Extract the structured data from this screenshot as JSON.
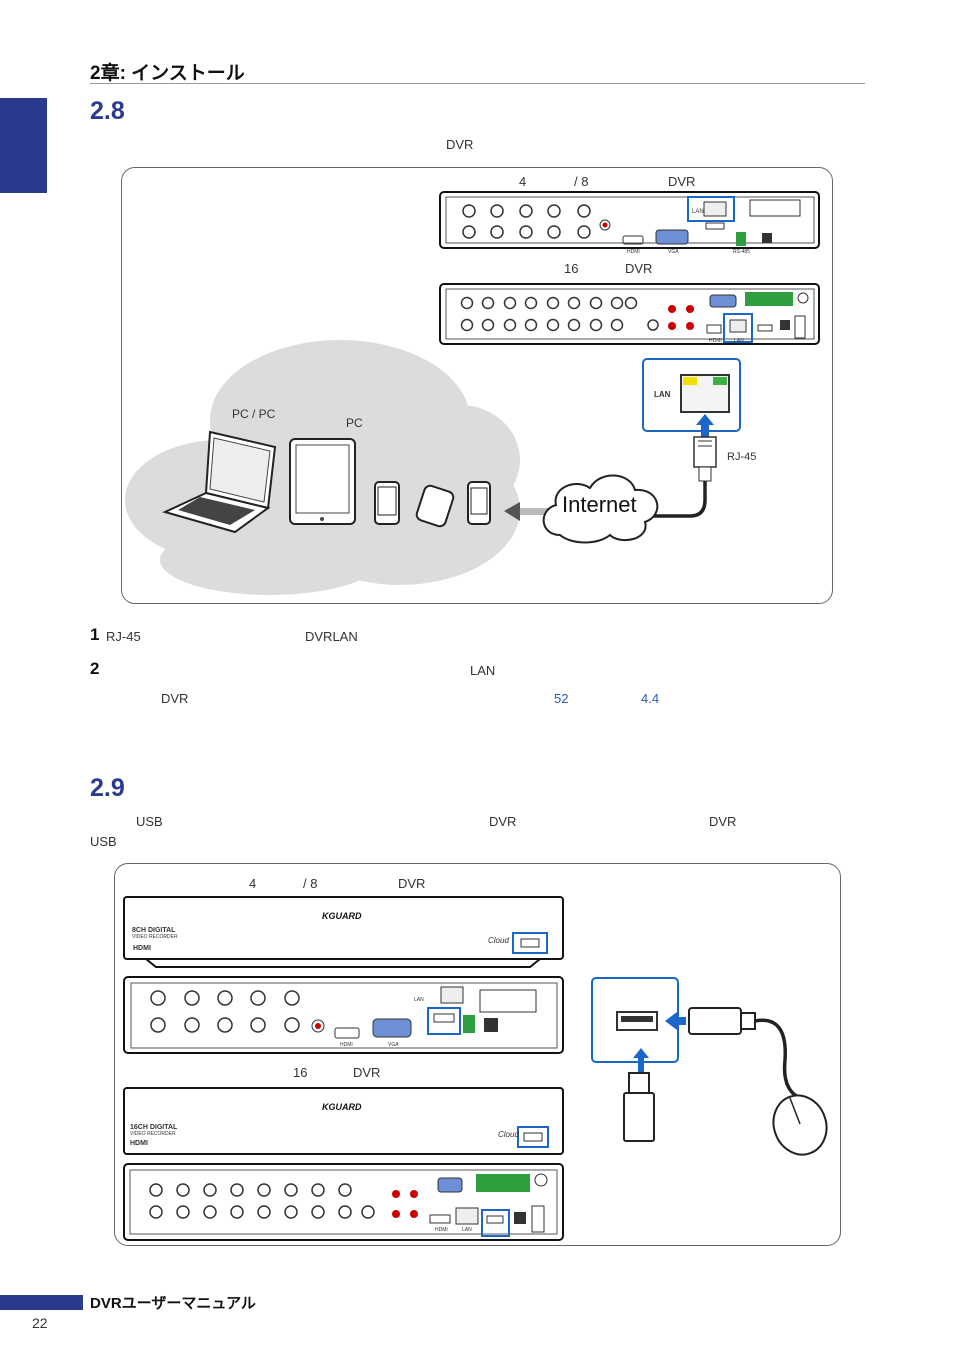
{
  "header": {
    "chapter": "2章: インストール"
  },
  "sec28": {
    "number": "2.8",
    "intro": "DVR",
    "label_4_8": "4",
    "label_slash8": "/ 8",
    "label_dvr_top": "DVR",
    "label_16": "16",
    "label_dvr_16": "DVR",
    "pc_label": "PC / PC",
    "tablet_label": "PC",
    "internet": "Internet",
    "rj45": "RJ-45",
    "lan": "LAN"
  },
  "steps": {
    "s1_num": "1",
    "s1_text": "RJ-45",
    "s1_text2": "DVRLAN",
    "s2_num": "2",
    "s2_text": "LAN",
    "s2_line2": "DVR",
    "s2_link1": "52",
    "s2_link2": "4.4"
  },
  "sec29": {
    "number": "2.9",
    "line1_a": "USB",
    "line1_b": "DVR",
    "line1_c": "DVR",
    "line2": "USB",
    "label_4_8": "4",
    "label_slash8": "/ 8",
    "label_dvr": "DVR",
    "label_16": "16",
    "label_dvr_16": "DVR",
    "front_8ch": "8CH DIGITAL",
    "front_16ch": "16CH DIGITAL",
    "front_sub": "VIDEO RECORDER",
    "brand": "KGUARD",
    "cloud": "Cloud"
  },
  "footer": {
    "title": "DVRユーザーマニュアル",
    "page": "22"
  }
}
